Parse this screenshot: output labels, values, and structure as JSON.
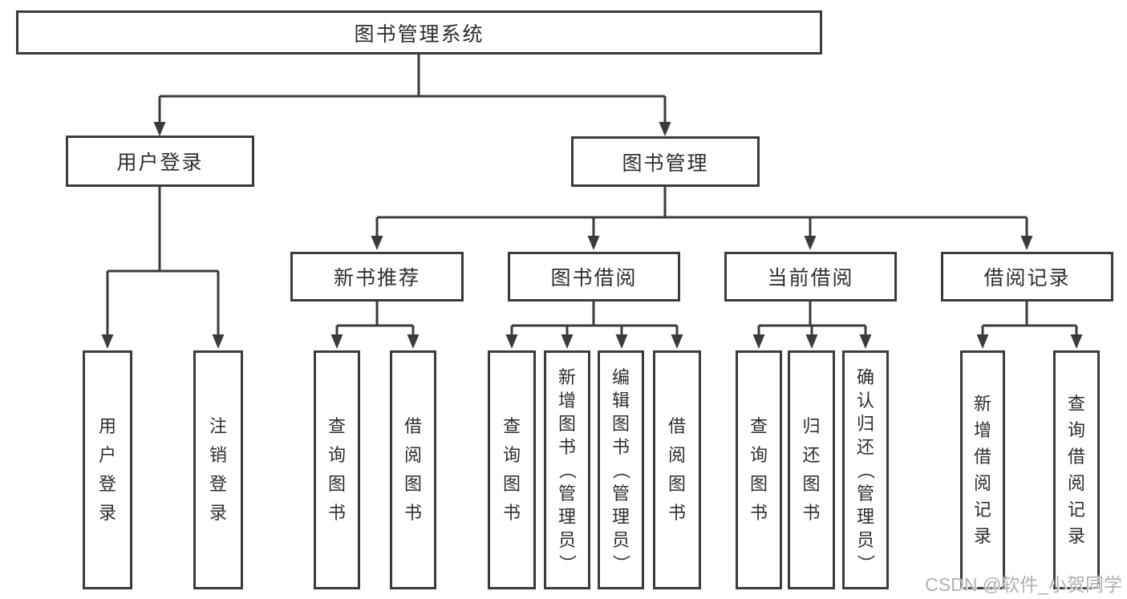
{
  "tree": {
    "label": "图书管理系统",
    "children": [
      {
        "label": "用户登录",
        "children": [
          {
            "label": "用户登录"
          },
          {
            "label": "注销登录"
          }
        ]
      },
      {
        "label": "图书管理",
        "children": [
          {
            "label": "新书推荐",
            "children": [
              {
                "label": "查询图书"
              },
              {
                "label": "借阅图书"
              }
            ]
          },
          {
            "label": "图书借阅",
            "children": [
              {
                "label": "查询图书"
              },
              {
                "label": "新增图书（管理员）"
              },
              {
                "label": "编辑图书（管理员）"
              },
              {
                "label": "借阅图书"
              }
            ]
          },
          {
            "label": "当前借阅",
            "children": [
              {
                "label": "查询图书"
              },
              {
                "label": "归还图书"
              },
              {
                "label": "确认归还（管理员）"
              }
            ]
          },
          {
            "label": "借阅记录",
            "children": [
              {
                "label": "新增借阅记录"
              },
              {
                "label": "查询借阅记录"
              }
            ]
          }
        ]
      }
    ]
  },
  "watermark": {
    "text": "CSDN @软件_小贺同学",
    "color": "#b0b0b0"
  },
  "colors": {
    "background": "#ffffff",
    "box_border": "#3b3b3b",
    "connector": "#3b3b3b",
    "text": "#2e2e2e"
  }
}
